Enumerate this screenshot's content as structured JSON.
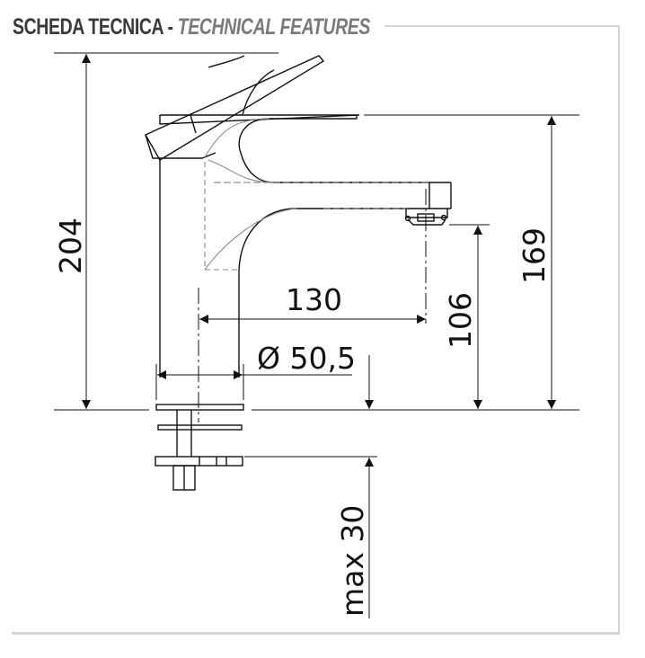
{
  "header": {
    "title_main": "SCHEDA TECNICA",
    "separator": " - ",
    "title_sub": "TECHNICAL FEATURES"
  },
  "colors": {
    "title_main": "#3a3a3a",
    "title_sub": "#7a7a7a",
    "frame": "#d4d4d4",
    "line": "#111111",
    "hidden_line": "#8a8a8a"
  },
  "drawing": {
    "subject": "single-lever basin mixer faucet, side elevation",
    "dimensions": {
      "total_height": "204",
      "spout_top_height": "169",
      "spout_outlet_height": "106",
      "spout_reach": "130",
      "base_diameter": "Ø 50,5",
      "max_deck_thickness": "max 30"
    }
  }
}
